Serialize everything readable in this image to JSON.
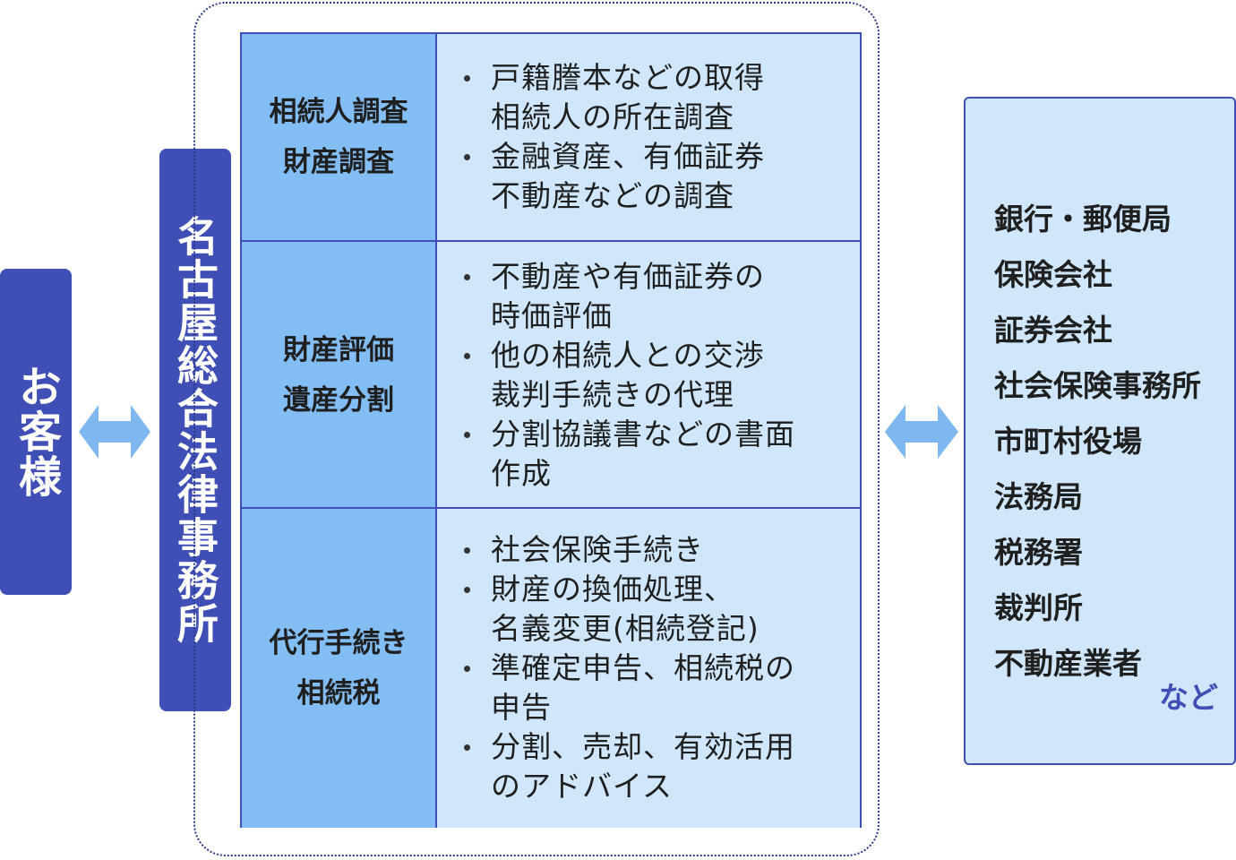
{
  "customer_label": "お客様",
  "office_label": "名古屋総合法律事務所",
  "services": [
    {
      "category_lines": [
        "相続人調査",
        "財産調査"
      ],
      "items": [
        [
          "戸籍謄本などの取得",
          "相続人の所在調査"
        ],
        [
          "金融資産、有価証券",
          "不動産などの調査"
        ]
      ]
    },
    {
      "category_lines": [
        "財産評価",
        "遺産分割"
      ],
      "items": [
        [
          "不動産や有価証券の",
          "時価評価"
        ],
        [
          "他の相続人との交渉",
          "裁判手続きの代理"
        ],
        [
          "分割協議書などの書面",
          "作成"
        ]
      ]
    },
    {
      "category_lines": [
        "代行手続き",
        "相続税"
      ],
      "items": [
        [
          "社会保険手続き"
        ],
        [
          "財産の換価処理、",
          "名義変更(相続登記)"
        ],
        [
          "準確定申告、相続税の",
          "申告"
        ],
        [
          "分割、売却、有効活用",
          "のアドバイス"
        ]
      ]
    }
  ],
  "partners": [
    "銀行・郵便局",
    "保険会社",
    "証券会社",
    "社会保険事務所",
    "市町村役場",
    "法務局",
    "税務署",
    "裁判所",
    "不動産業者"
  ],
  "partners_suffix": "など",
  "colors": {
    "navy": "#3f4fb5",
    "category_fill": "#82bdf4",
    "detail_fill": "#cfe6fb",
    "arrow": "#7fb8f0"
  },
  "icons": {
    "left_arrow": "double-headed-arrow-icon",
    "right_arrow": "double-headed-arrow-icon"
  }
}
